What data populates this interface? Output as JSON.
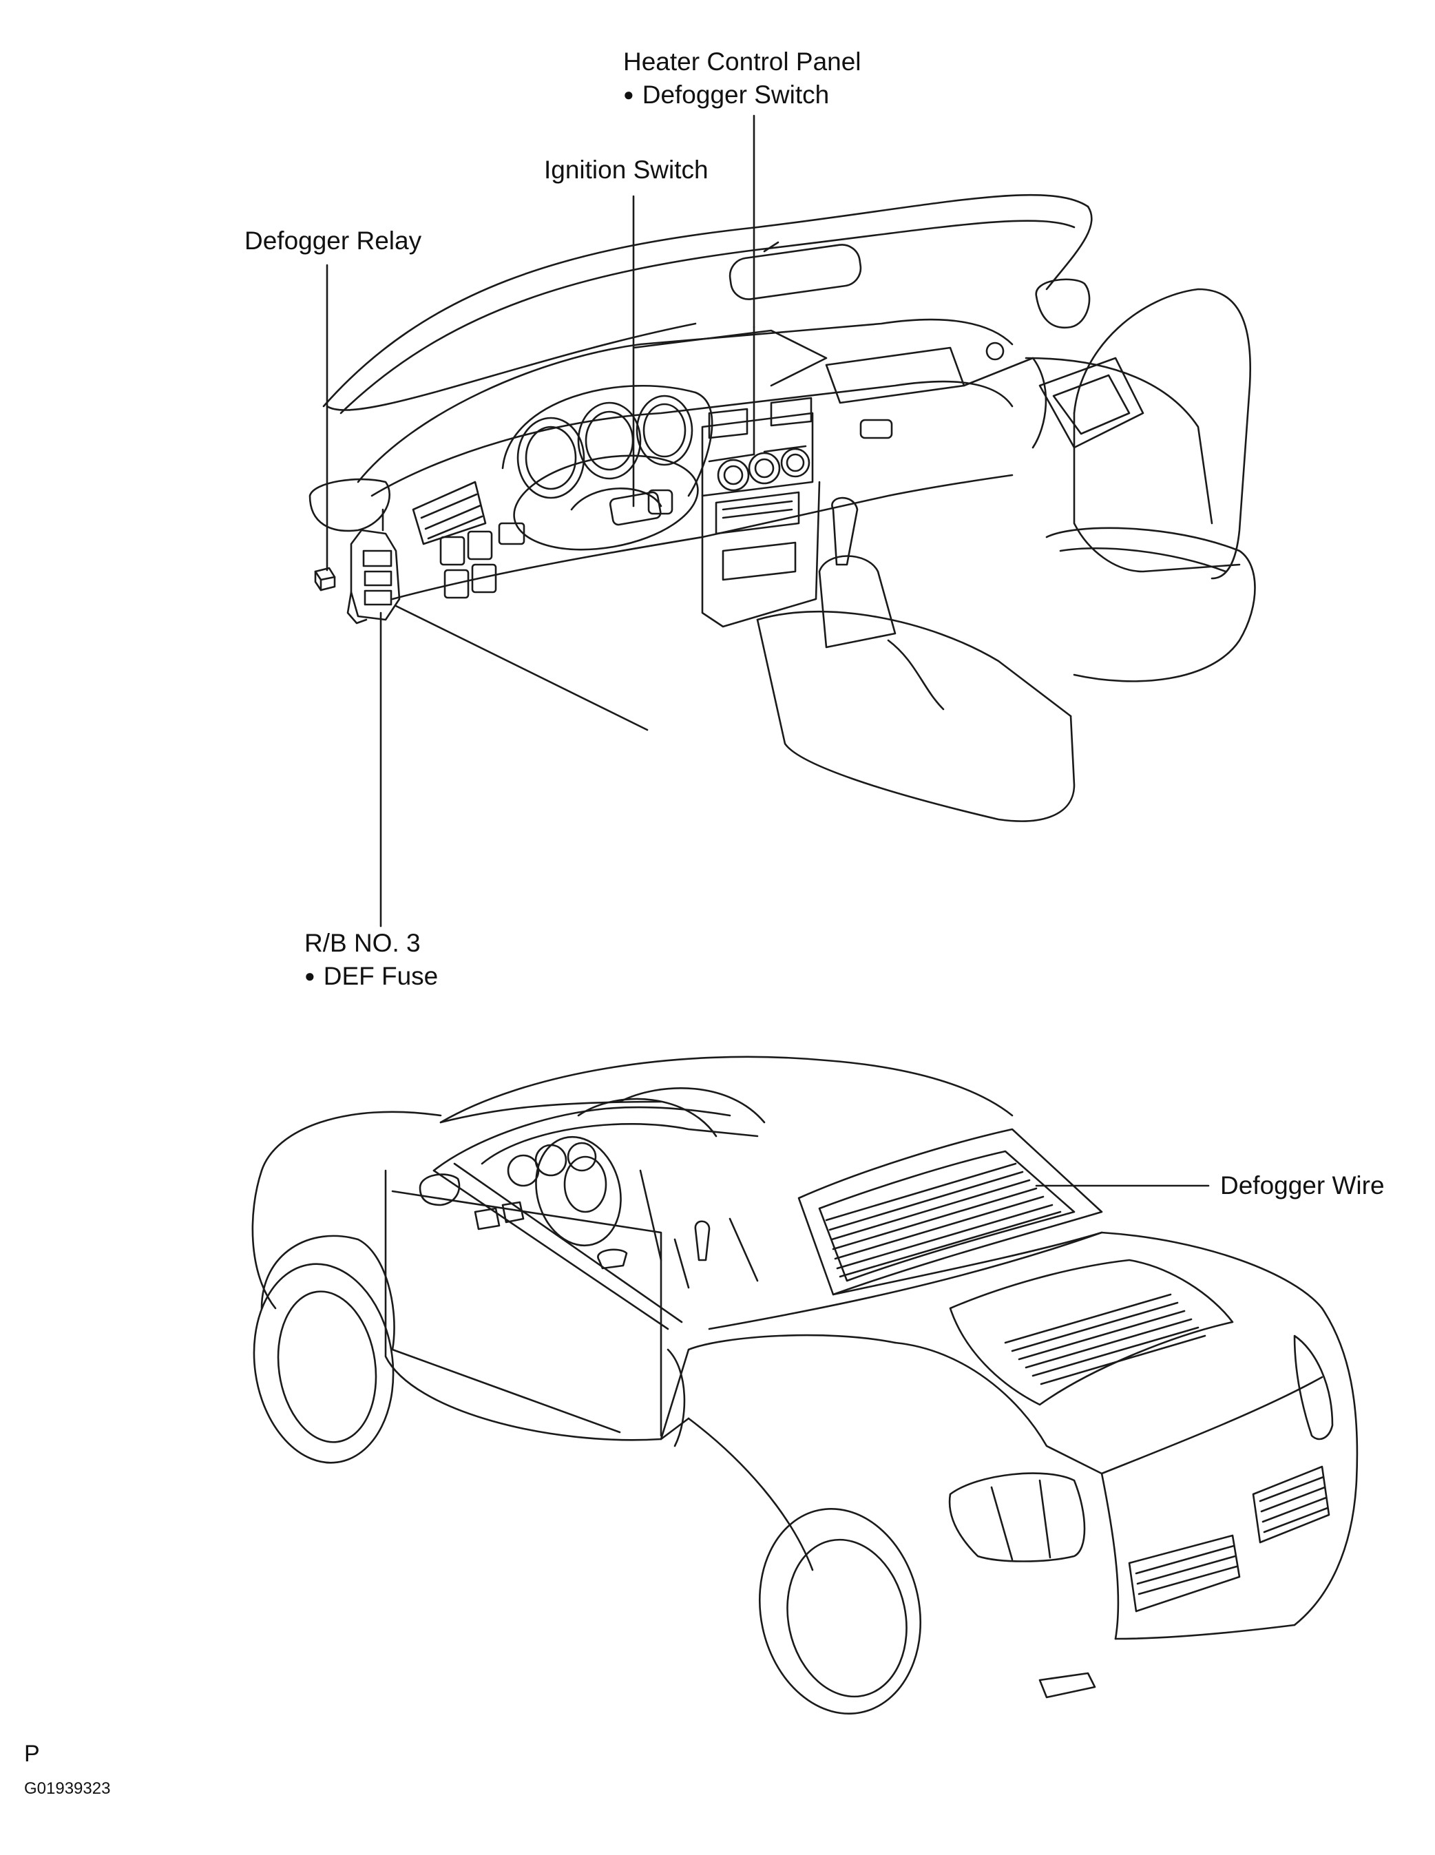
{
  "labels": {
    "heater_panel": "Heater Control Panel",
    "defogger_switch": "Defogger Switch",
    "ignition_switch": "Ignition Switch",
    "defogger_relay": "Defogger Relay",
    "rb_no3": "R/B NO. 3",
    "def_fuse": "DEF Fuse",
    "defogger_wire": "Defogger Wire"
  },
  "footer": {
    "page_letter": "P",
    "figure_code": "G01939323"
  },
  "colors": {
    "line": "#1a1a1a",
    "background": "#ffffff"
  }
}
